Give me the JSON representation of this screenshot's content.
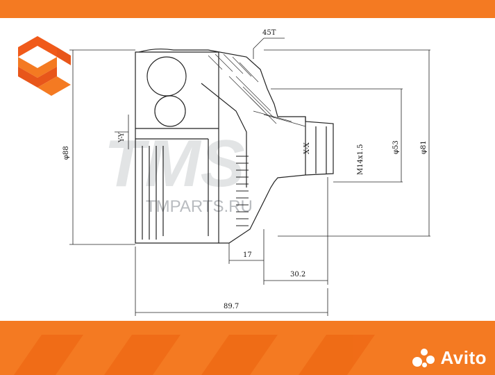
{
  "watermark": {
    "brand": "TMS",
    "site": "TMPARTS.RU"
  },
  "dimensions": {
    "angle": "45T",
    "phi88": "φ88",
    "phi53": "φ53",
    "phi81": "φ81",
    "yy": "Y-Y",
    "xx": "X-X",
    "thread": "M14x1.5",
    "d17": "17",
    "d30": "30.2",
    "d89": "89.7"
  },
  "marketplace": {
    "name": "Avito"
  },
  "colors": {
    "accent": "#f47a22",
    "line": "#222222"
  }
}
